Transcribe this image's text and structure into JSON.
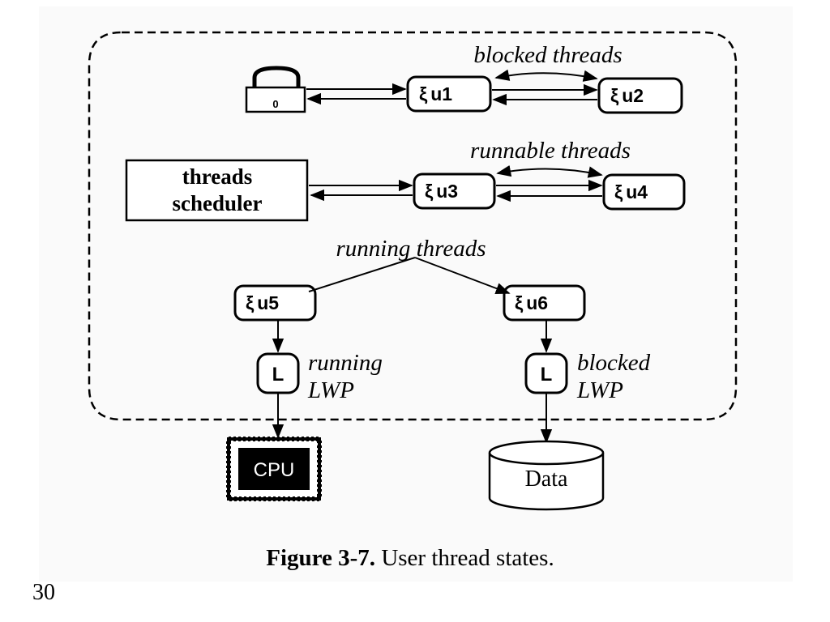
{
  "diagram": {
    "state_labels": {
      "blocked_threads": "blocked threads",
      "runnable_threads": "runnable threads",
      "running_threads": "running threads"
    },
    "threads": [
      {
        "id": "u1",
        "label": "u1",
        "glyph": "ξ"
      },
      {
        "id": "u2",
        "label": "u2",
        "glyph": "ξ"
      },
      {
        "id": "u3",
        "label": "u3",
        "glyph": "ξ"
      },
      {
        "id": "u4",
        "label": "u4",
        "glyph": "ξ"
      },
      {
        "id": "u5",
        "label": "u5",
        "glyph": "ξ"
      },
      {
        "id": "u6",
        "label": "u6",
        "glyph": "ξ"
      }
    ],
    "lock": {
      "label": "0",
      "icon": "padlock-icon"
    },
    "scheduler": {
      "line1": "threads",
      "line2": "scheduler"
    },
    "lwp": {
      "label": "L",
      "running": {
        "line1": "running",
        "line2": "LWP"
      },
      "blocked": {
        "line1": "blocked",
        "line2": "LWP"
      }
    },
    "cpu": {
      "label": "CPU",
      "icon": "cpu-chip-icon"
    },
    "data_store": {
      "label": "Data",
      "icon": "database-cylinder-icon"
    }
  },
  "caption": {
    "figure": "Figure 3-7.",
    "text": " User thread states."
  },
  "page_number": "30"
}
